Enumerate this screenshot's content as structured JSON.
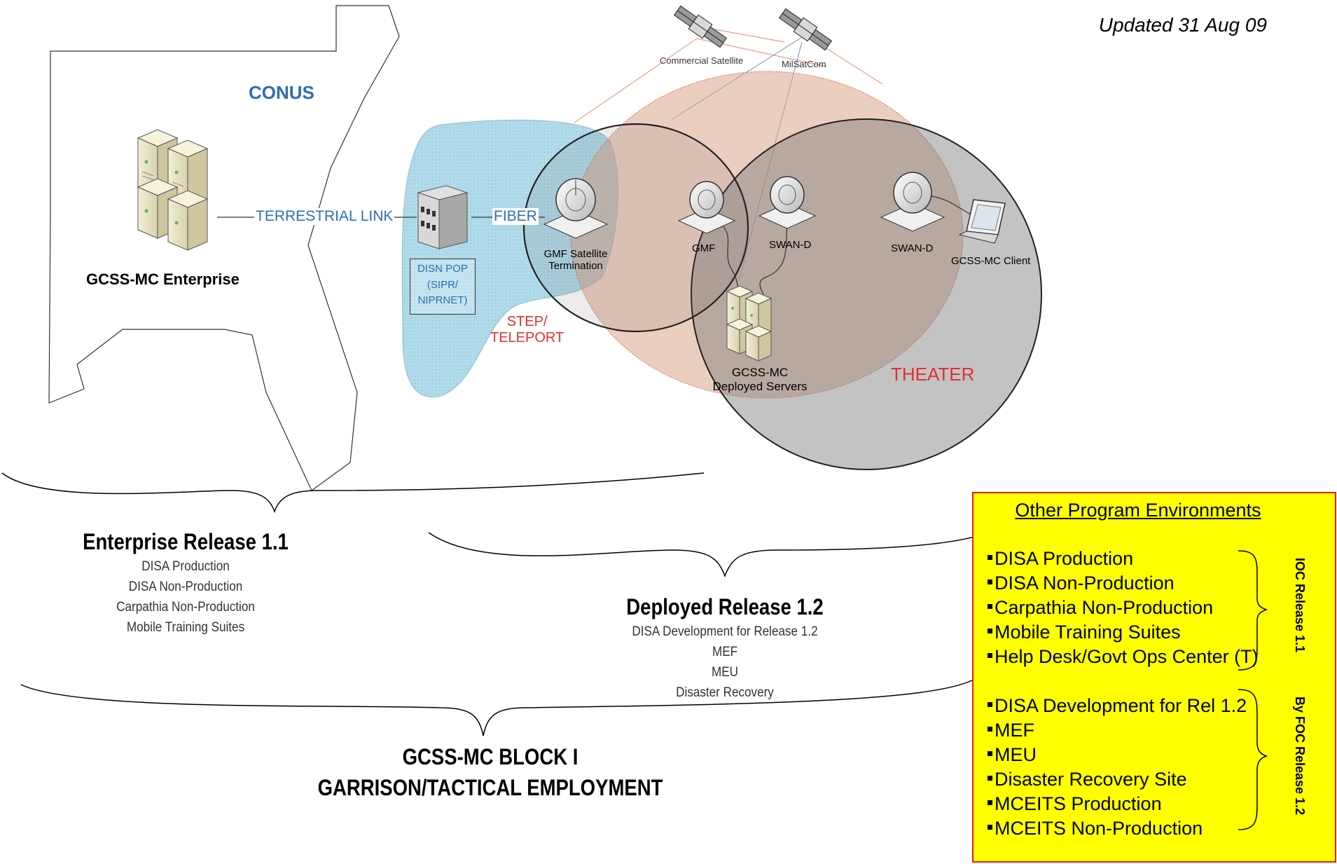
{
  "updated": "Updated 31 Aug 09",
  "conus": {
    "label": "CONUS"
  },
  "enterprise": {
    "label": "GCSS-MC Enterprise"
  },
  "links": {
    "terrestrial": "TERRESTRIAL LINK",
    "fiber": "FIBER"
  },
  "disn": {
    "lines": [
      "DISN POP",
      "(SIPR/",
      "NIPRNET)"
    ]
  },
  "step_teleport": {
    "lines": [
      "STEP/",
      "TELEPORT"
    ]
  },
  "satellites": {
    "commercial": "Commercial Satellite",
    "milsat": "MilSatCom"
  },
  "devices": {
    "gmf_termination": [
      "GMF Satellite",
      "Termination"
    ],
    "gmf": "GMF",
    "swan_1": "SWAN-D",
    "swan_2": "SWAN-D",
    "client": "GCSS-MC Client",
    "deployed_servers": [
      "GCSS-MC",
      "Deployed Servers"
    ]
  },
  "theater": {
    "label": "THEATER"
  },
  "enterprise_release": {
    "title": "Enterprise Release 1.1",
    "items": [
      "DISA Production",
      "DISA Non-Production",
      "Carpathia Non-Production",
      "Mobile Training Suites"
    ]
  },
  "deployed_release": {
    "title": "Deployed Release 1.2",
    "items": [
      "DISA Development for Release 1.2",
      "MEF",
      "MEU",
      "Disaster Recovery"
    ]
  },
  "block": {
    "line1": "GCSS-MC BLOCK I",
    "line2": "GARRISON/TACTICAL EMPLOYMENT"
  },
  "other_envs": {
    "title": "Other Program Environments",
    "ioc_label": "IOC Release 1.1",
    "ioc_items": [
      "DISA Production",
      "DISA Non-Production",
      "Carpathia Non-Production",
      "Mobile Training Suites",
      "Help Desk/Govt Ops Center (T)"
    ],
    "foc_label": "By FOC Release 1.2",
    "foc_items": [
      "DISA Development for Rel 1.2",
      "MEF",
      "MEU",
      "Disaster Recovery Site",
      "MCEITS Production",
      "MCEITS Non-Production"
    ]
  },
  "colors": {
    "link_blue": "#2e6db4",
    "alert_red": "#e03030",
    "region_blue": "#a9d8e8",
    "region_salmon": "#d9a58c",
    "theater_gray": "#8a8a8a",
    "env_fill": "#ffff00",
    "env_border": "#e02020"
  }
}
